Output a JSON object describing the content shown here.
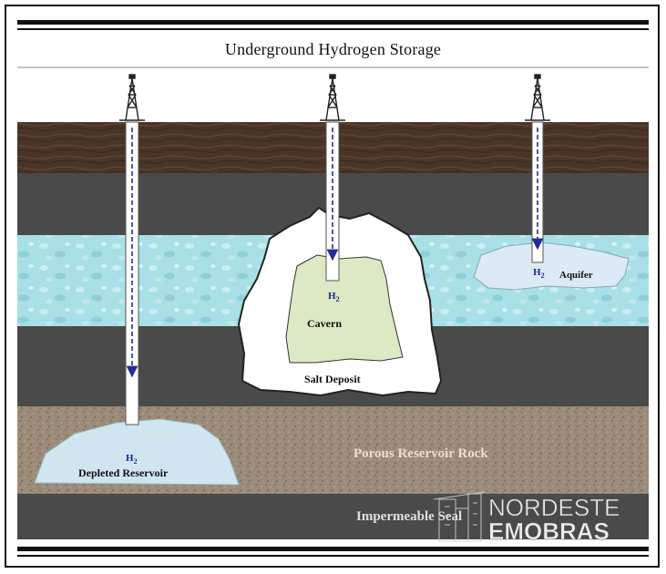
{
  "diagram": {
    "title": "Underground Hydrogen Storage",
    "labels": {
      "h2": "H",
      "h2_sub": "2",
      "cavern": "Cavern",
      "salt_deposit": "Salt Deposit",
      "aquifer": "Aquifer",
      "depleted_reservoir": "Depleted Reservoir",
      "porous_reservoir_rock": "Porous Reservoir Rock",
      "impermeable_seal": "Impermeable Seal"
    },
    "watermark": {
      "line1": "NORDESTE",
      "line2": "EMOBRAS"
    },
    "colors": {
      "soil": "#4a3426",
      "rock": "#4a4a4a",
      "water": "#a9dfe6",
      "porous": "#9c8b79",
      "salt": "#ffffff",
      "cavern": "#dce9c4",
      "reservoir": "#cfe6f1",
      "flow_arrow": "#2a2a9a"
    }
  }
}
